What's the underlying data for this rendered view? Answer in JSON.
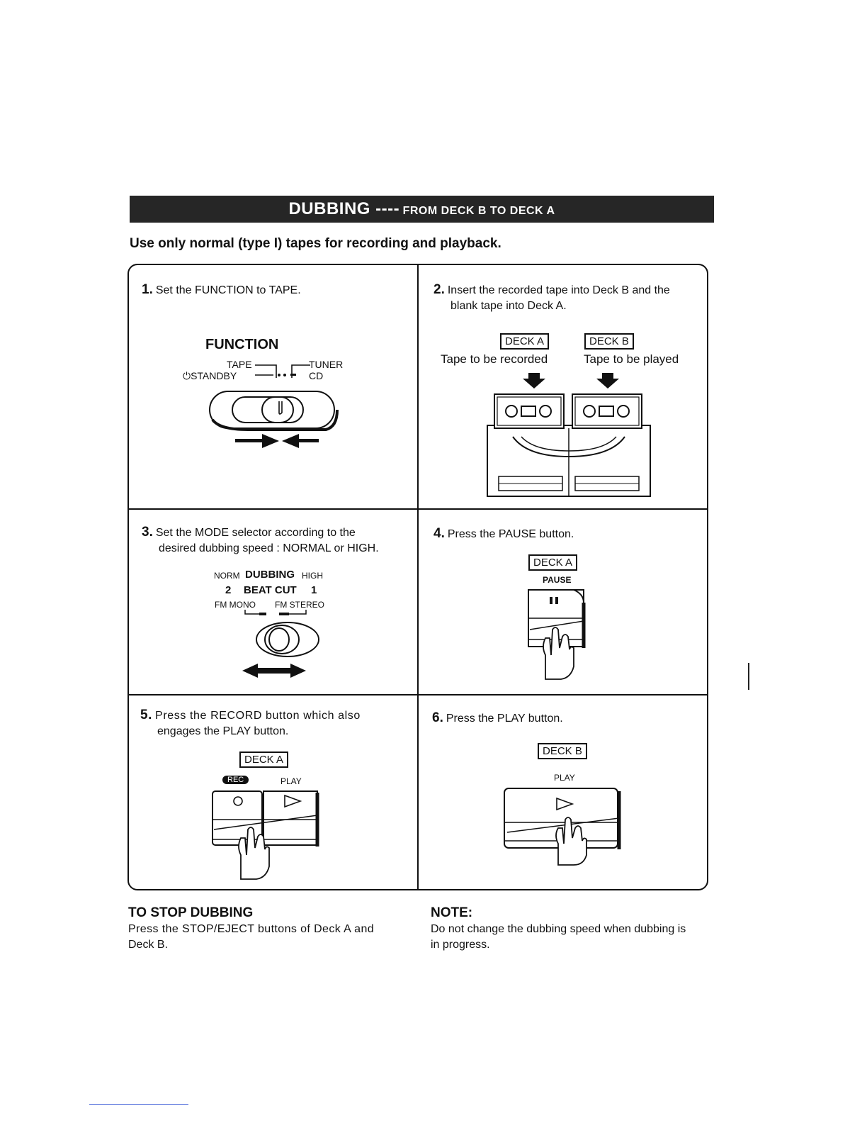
{
  "header": {
    "title_main": "DUBBING ----",
    "title_sub": "FROM DECK B TO DECK A"
  },
  "subtitle": "Use only normal (type I) tapes for recording and playback.",
  "steps": [
    {
      "num": "1.",
      "line1": "Set the FUNCTION to TAPE.",
      "line2": ""
    },
    {
      "num": "2.",
      "line1": "Insert the recorded tape into Deck B and the",
      "line2": "blank tape into Deck A."
    },
    {
      "num": "3.",
      "line1": "Set the MODE selector according to the",
      "line2": "desired dubbing speed : NORMAL or HIGH."
    },
    {
      "num": "4.",
      "line1": "Press the PAUSE button.",
      "line2": ""
    },
    {
      "num": "5.",
      "line1": "Press the RECORD button which also",
      "line2": "engages the PLAY button."
    },
    {
      "num": "6.",
      "line1": "Press the PLAY button.",
      "line2": ""
    }
  ],
  "function_panel": {
    "title": "FUNCTION",
    "tape": "TAPE",
    "tuner": "TUNER",
    "standby": "STANDBY",
    "cd": "CD",
    "standby_icon": "power-icon"
  },
  "decks": {
    "deck_a": "DECK A",
    "deck_b": "DECK B",
    "deck_a_caption": "Tape to be recorded",
    "deck_b_caption": "Tape to be played"
  },
  "mode_panel": {
    "norm": "NORM",
    "dubbing": "DUBBING",
    "high": "HIGH",
    "two": "2",
    "beat_cut": "BEAT CUT",
    "one": "1",
    "fm_mono": "FM MONO",
    "fm_stereo": "FM STEREO"
  },
  "buttons": {
    "pause": "PAUSE",
    "rec": "REC",
    "play": "PLAY"
  },
  "footer": {
    "stop_title": "TO STOP DUBBING",
    "stop_line1": "Press the STOP/EJECT buttons of Deck A and",
    "stop_line2": "Deck B.",
    "note_title": "NOTE:",
    "note_line1": "Do not change the dubbing speed when dubbing is",
    "note_line2": "in progress."
  }
}
